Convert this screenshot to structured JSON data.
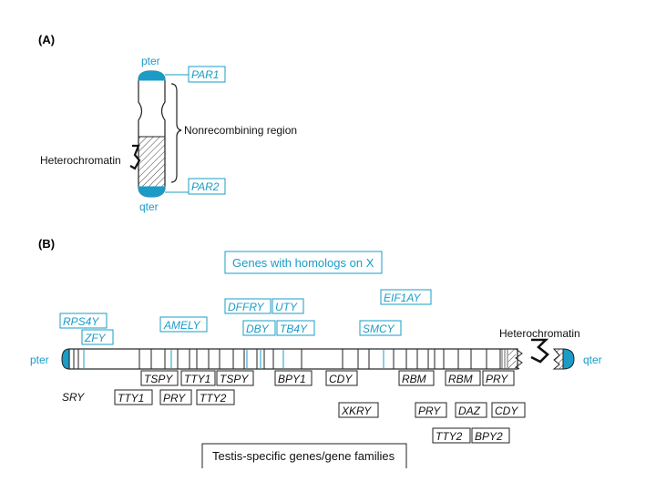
{
  "panel_a": {
    "label": "(A)",
    "pter": "pter",
    "qter": "qter",
    "par1": "PAR1",
    "par2": "PAR2",
    "nonrecombining": "Nonrecombining region",
    "heterochromatin": "Heterochromatin"
  },
  "panel_b": {
    "label": "(B)",
    "pter": "pter",
    "qter": "qter",
    "heterochromatin": "Heterochromatin",
    "homologs_title": "Genes with homologs on X",
    "testis_title": "Testis-specific genes/gene families",
    "homolog_genes": [
      "RPS4Y",
      "ZFY",
      "AMELY",
      "DFFRY",
      "UTY",
      "DBY",
      "TB4Y",
      "EIF1AY",
      "SMCY"
    ],
    "testis_genes_row1": [
      "TSPY",
      "TTY1",
      "TSPY",
      "BPY1",
      "CDY",
      "RBM",
      "RBM",
      "PRY"
    ],
    "testis_genes_row2": [
      "TTY1",
      "PRY",
      "TTY2"
    ],
    "testis_genes_row3": [
      "XKRY",
      "PRY",
      "DAZ",
      "CDY"
    ],
    "testis_genes_row4": [
      "TTY2",
      "BPY2"
    ],
    "sry": "SRY"
  },
  "colors": {
    "accent": "#1a9cc7",
    "outline": "#222222"
  }
}
